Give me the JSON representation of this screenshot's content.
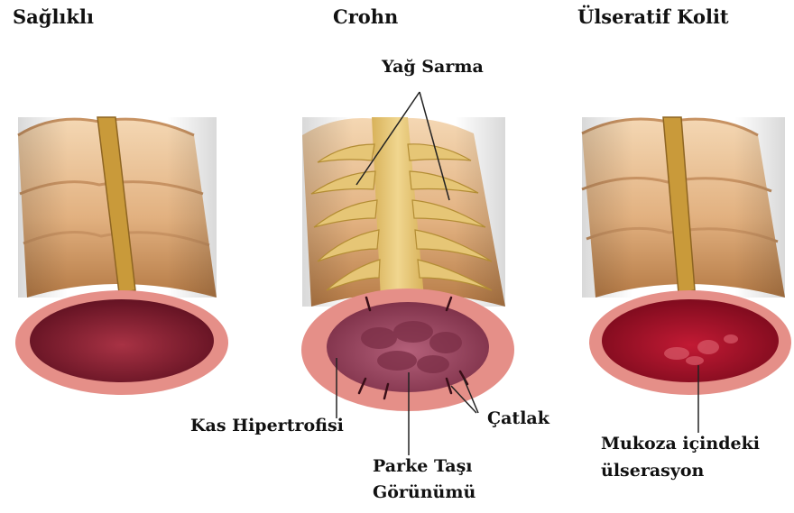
{
  "panels": [
    {
      "title": "Sağlıklı"
    },
    {
      "title": "Crohn"
    },
    {
      "title": "Ülseratif Kolit"
    }
  ],
  "annotations": {
    "fat_wrapping": "Yağ Sarma",
    "muscle_hypertrophy": "Kas Hipertrofisi",
    "cobblestone_line1": "Parke Taşı",
    "cobblestone_line2": "Görünümü",
    "fissure": "Çatlak",
    "mucosal_ulcer_line1": "Mukoza içindeki",
    "mucosal_ulcer_line2": "ülserasyon"
  },
  "colors": {
    "bowel_wall": "#e2b180",
    "bowel_shadow": "#b57a45",
    "mesentery": "#c99a3a",
    "fat": "#e6c676",
    "rim": "#e58f88",
    "lumen_healthy": "#8a1f2f",
    "lumen_crohn": "#9b4b64",
    "lumen_uc": "#a4132a"
  }
}
